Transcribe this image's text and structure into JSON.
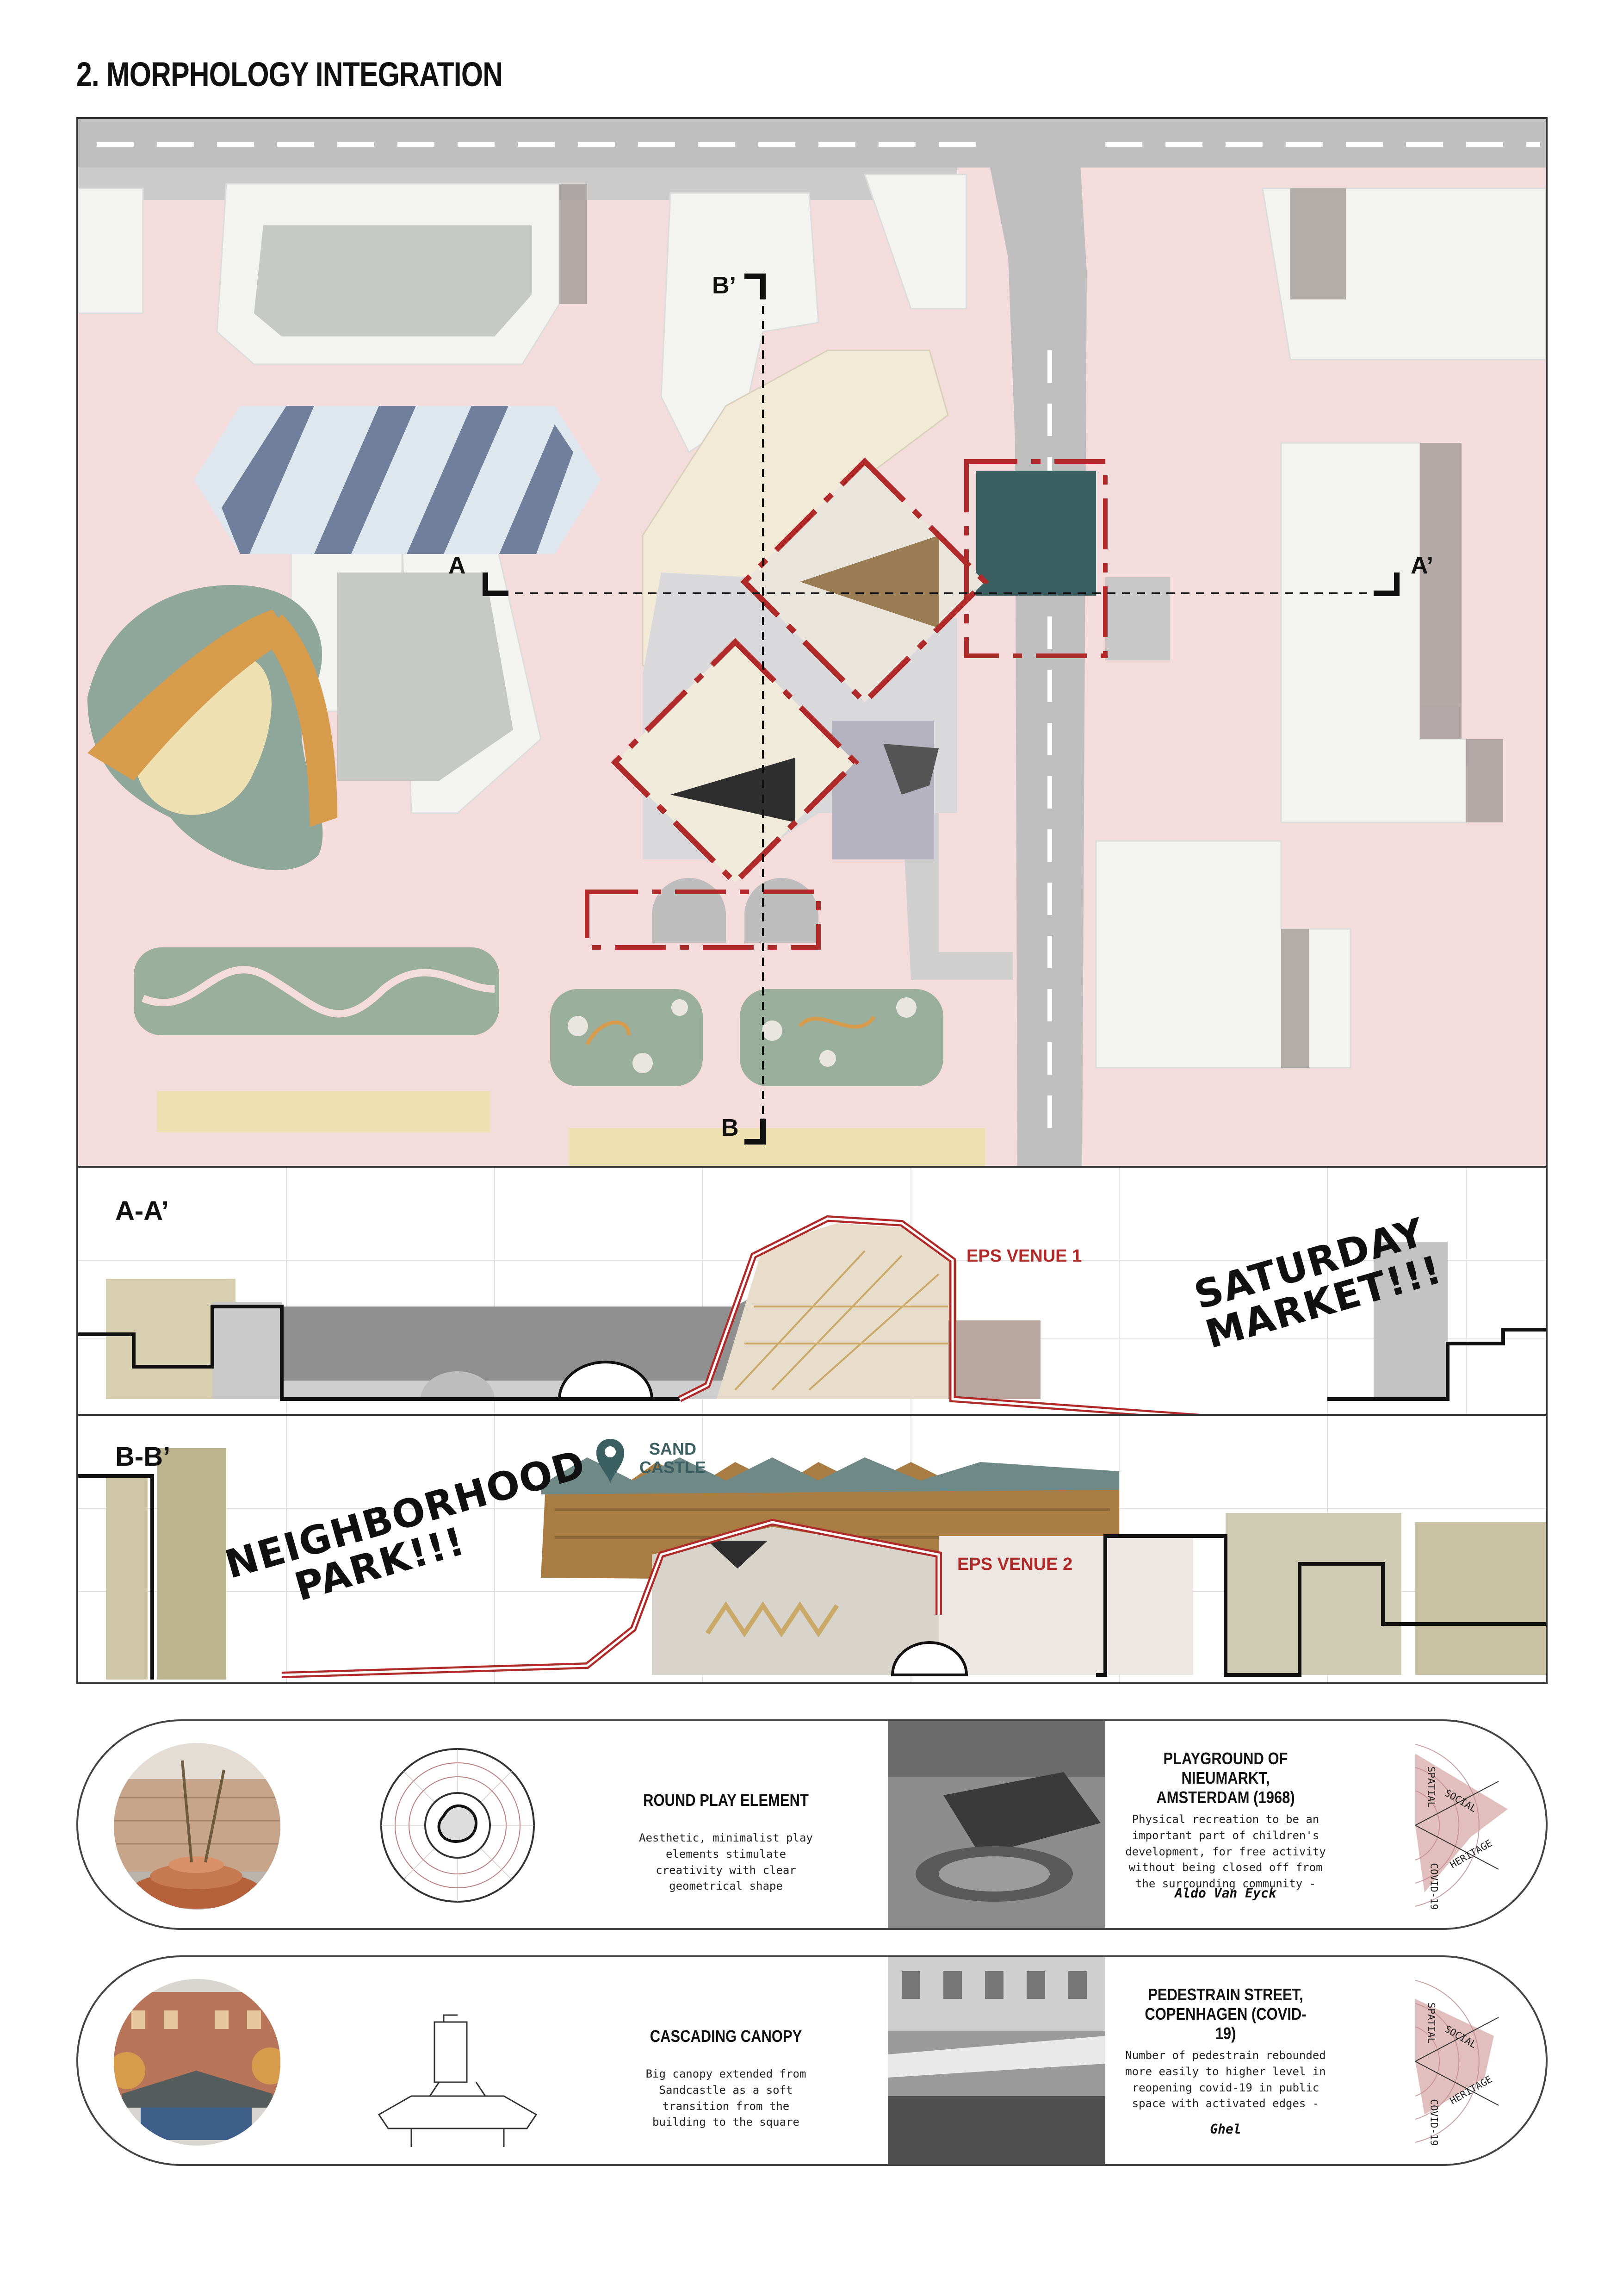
{
  "title": "2. MORPHOLOGY INTEGRATION",
  "site_plan": {
    "markers": {
      "a": "A",
      "a_prime": "A’",
      "b": "B",
      "b_prime": "B’"
    }
  },
  "section_aa": {
    "label": "A-A’",
    "venue_label": "EPS VENUE 1",
    "callout": "SATURDAY MARKET!!!"
  },
  "section_bb": {
    "label": "B-B’",
    "landmark": "SAND CASTLE",
    "venue_label": "EPS VENUE 2",
    "callout": "NEIGHBORHOOD PARK!!!"
  },
  "cards": [
    {
      "element_title": "ROUND PLAY ELEMENT",
      "element_desc": "Aesthetic, minimalist play elements stimulate creativity with clear geometrical shape",
      "ref_title": "PLAYGROUND OF NIEUMARKT, AMSTERDAM (1968)",
      "ref_desc": "Physical recreation to be an important part of children's development, for free activity without being closed off from the surrounding community -",
      "ref_author": "Aldo Van Eyck",
      "radial": [
        "SPATIAL",
        "SOCIAL",
        "HERITAGE",
        "COVID-19"
      ]
    },
    {
      "element_title": "CASCADING CANOPY",
      "element_desc": "Big canopy extended from Sandcastle as a soft transition from the building to the square",
      "ref_title": "PEDESTRAIN STREET, COPENHAGEN (COVID-19)",
      "ref_desc": "Number of pedestrain rebounded more easily to higher level in reopening covid-19 in public space with activated edges -",
      "ref_author": "Ghel",
      "radial": [
        "SPATIAL",
        "SOCIAL",
        "HERITAGE",
        "COVID-19"
      ]
    }
  ],
  "colors": {
    "ground_pink": "#f4dcdc",
    "road_grey": "#bfbfbf",
    "building_white": "#f3f3f1",
    "park_green": "#9aae9c",
    "accent_red": "#b02a2a",
    "teal": "#3c5f61",
    "ochre": "#d69b4b"
  }
}
